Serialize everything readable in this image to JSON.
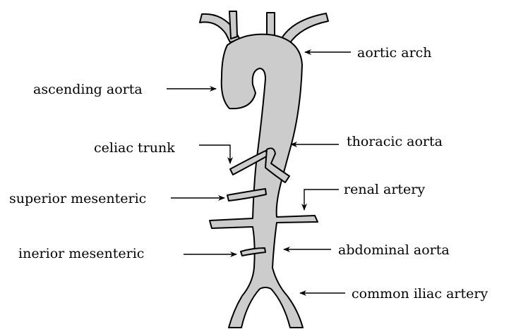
{
  "labels": {
    "aortic_arch": "aortic arch",
    "ascending_aorta": "ascending aorta",
    "thoracic_aorta": "thoracic aorta",
    "celiac_trunk": "celiac trunk",
    "renal_artery": "renal artery",
    "superior_mesenteric": "superior mesenteric",
    "inferior_mesenteric": "inerior mesenteric",
    "abdominal_aorta": "abdominal aorta",
    "common_iliac_artery": "common iliac artery"
  },
  "colors": {
    "vessel_fill": "#cccccc",
    "outline": "#000000"
  }
}
